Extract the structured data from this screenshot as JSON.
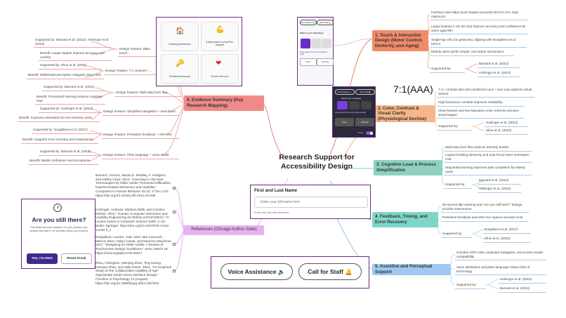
{
  "center_title": "Research Support for Accessibility Design",
  "branches": {
    "touch": "1. Touch & Interaction Design (Motor Control, Dexterity, and Aging)",
    "color": "2. Color, Contrast & Visual Clarity (Physiological Decline)",
    "cognitive": "3. Cognitive Load & Process Simplification",
    "feedback": "4. Feedback, Timing, and Error Recovery",
    "assistive": "5. Assistive and Perceptual Support",
    "evidence": "6. Evidence Summary (Key Research Mapping)",
    "references": "References (Chicago Author–Date)"
  },
  "touch_leaves": {
    "l1": "Interface uses 88px touch targets (exceeds WCAG AAA 44px minimum)",
    "l2": "Larger buttons (~18–20 mm) improve accuracy and confidence for users aged 65+",
    "l3": "Single-tap only (no gestures), aligning with Nurgalieva et al. (2017)",
    "l4": "Elderly users prefer simple, one-action interactions",
    "supported": "Supported by:",
    "s1": "Barnard et al. (2013)",
    "s2": "Holzinger et al. (2010)"
  },
  "color_leaves": {
    "ratio": "7:1(AAA)",
    "l1": "7:1+ contrast ratio and combined icons + text cues address visual decline",
    "l2": "High-luminance contrast improves readability",
    "l3": "Clear borders and low-saturation color schemes prevent visual fatigue",
    "supported": "Supported by:",
    "s1": "Holzinger et al. (2010)",
    "s2": "Zhou et al. (2023)"
  },
  "cognitive_leaves": {
    "l1": "Multi-step form flow reduces memory burden",
    "l2": "Logical heading hierarchy and auto-focus lower orientation cost",
    "l3": "Sequential learning improves task completion for elderly users",
    "supported": "Supported by:",
    "s1": "Barnard et al. (2013)",
    "s2": "Holzinger et al. (2010)"
  },
  "feedback_leaves": {
    "l1": "90-second idle warning and \"Are you still here?\" dialogs provide reassurance",
    "l2": "Persistent feedback and ARIA live regions increase trust",
    "supported": "Supported by:",
    "s1": "Nurgalieva et al. (2017)",
    "s2": "Zhou et al. (2023)"
  },
  "assistive_leaves": {
    "l1": "Includes ARIA roles, keyboard navigation, and screen-reader compatibility",
    "l2": "Voice assistance and plain-language reduce fear of technology",
    "supported": "Supported by:",
    "s1": "Holzinger et al. (2010)",
    "s2": "Barnard et al. (2013)"
  },
  "evidence_features": {
    "f1": "Design Feature: 88px touch...",
    "f2": "Design Feature: 7:1 contrast + ...",
    "f3": "Design Feature: Multi-step form flow",
    "f4": "Design Feature: Simplified navigation + auto-focus",
    "f5": "Design Feature: Persistent feedback + ARIA live",
    "f6": "Design Feature: Plain language + voice assist"
  },
  "evidence_support": {
    "s1": "Supported by: Barnard et al. (2013); Holzinger et al. (2010)",
    "b1": "Benefit: Larger targets improve accuracy and comfort",
    "s2": "Supported by: Zhou et al. (2023)",
    "b2": "Benefit: Multimodal perception mitigates vision loss",
    "s3": "Supported by: Barnard et al. (2013)",
    "b3": "Benefit: Procedural learning reduces cognitive load",
    "s4": "Supported by: Holzinger et al. (2010)",
    "b4": "Benefit: Improves orientation for low-memory users",
    "s5": "Supported by: Nurgalieva et al. (2017)",
    "b5": "Benefit: Supports error recovery and reassurance",
    "s6": "Supported by: Barnard et al. (2013)",
    "b6": "Benefit: Builds confidence and acceptance"
  },
  "tiles": {
    "t1": "Housing Assistance",
    "t2": "Independent Living Peer Support",
    "t3": "Residential Access",
    "t4": "Senior Services"
  },
  "references": {
    "r1": "Barnard, Yvonne, Martin D. Bradley, F. Hodgson, and Ashley Lloyd. 2013. \"Learning to Use New Technologies by Older Adults: Perceived Difficulties, Experimentation Behaviour and Usability.\" Computers in Human Behavior 29 (4): 1715–1724. https://doi.org/10.1016/j.chb.2013.02.006",
    "r2": "Holzinger, Andreas, Martina Ziefle, and Carsten Röcker. 2010. \"Human–Computer Interaction and Usability Engineering for Elderly (HCI4AGING).\" In Lecture Notes in Computer Science 6180: 1–10. Berlin: Springer. https://doi.org/10.1007/978-3-642-14100-3_1",
    "r3": "Nurgalieva, Leysan, Juan José Jara Laconich, Marcos Baez, Fabio Casati, and Maurizio Marchese. 2017. \"Designing for Older Adults: A Review of Touchscreen Design Guidelines.\" arXiv, March 18. https://arxiv.org/abs/1703.06317",
    "r4": "Zhou, Chengmin, Wenjing Zhan, Ting Huang, Hanxiao Zhao, and Jake Kaner. 2023. \"An Empirical Study on the Collaborative Usability of Age-Appropriate Smart Home Interface Design.\" Frontiers in Psychology 14 (August). https://doi.org/10.3389/fpsyg.2023.1097834"
  },
  "dialog": {
    "title": "Are you still there?",
    "body": "This kiosk has been inactive. For your privacy, your session will reset in 25 seconds unless you respond.",
    "yes": "Yes, I'm Here",
    "reset": "Reset Kiosk"
  },
  "form": {
    "label": "First and Last Name",
    "placeholder": "Enter your full name here",
    "hint": "Enter your first and last name."
  },
  "voice": {
    "assist": "Voice Assistance 🔈",
    "staff": "Call for Staff 🔔"
  },
  "phone1": {
    "chip1": "Voice Assistance 🔈",
    "chip2": "Call for Staff 🔔",
    "heading": "What is your following?",
    "subtext": "Please select how you are visiting us today.",
    "opt1": "Visitor",
    "opt2": "Volunteer"
  },
  "phone2": {
    "chip1": "Voice Assistance 🔈",
    "chip2": "Call for Staff 🔔",
    "heading": "Select your language",
    "subtext": "Please select how you are visiting us today.",
    "opt1": "Visitor",
    "opt2": "Volunteer",
    "toggle": "Theme"
  },
  "colors": {
    "touch": "#f28b6b",
    "color": "#f6b68a",
    "cognitive": "#8fd1c0",
    "feedback": "#7fd6c8",
    "assistive": "#9ec8f0",
    "evidence": "#f08a8a",
    "references": "#e6b3ee",
    "link": "#c8a8e0"
  }
}
